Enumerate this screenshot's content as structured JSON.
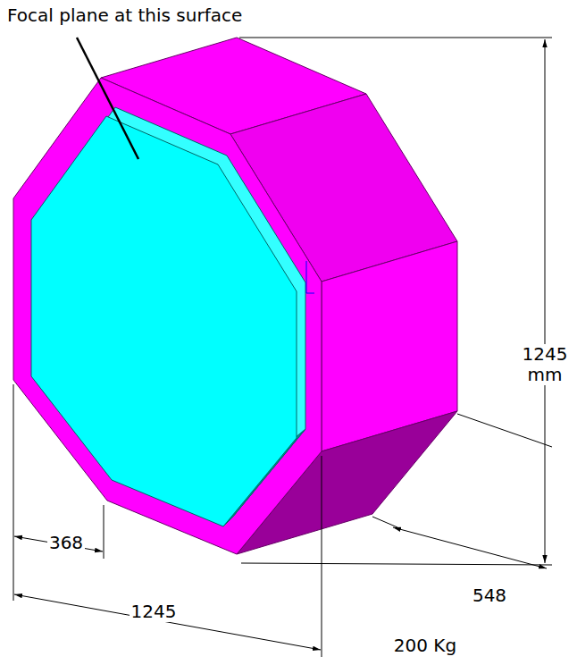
{
  "diagram": {
    "labels": [
      "Focal plane at this surface",
      "1245 mm",
      "368",
      "1245",
      "548",
      "200 Kg"
    ]
  }
}
